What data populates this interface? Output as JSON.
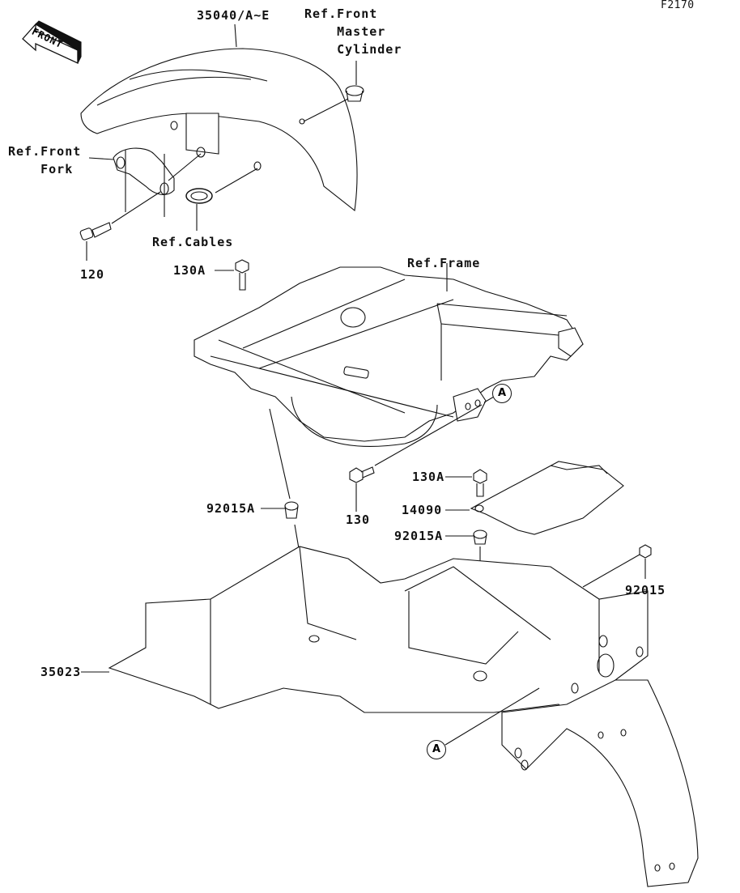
{
  "diagram": {
    "figure_id": "F2170",
    "front_indicator": "FRONT",
    "labels": {
      "front_fender": "35040/A~E",
      "ref_front_master_cylinder": "Ref.Front\n    Master\n    Cylinder",
      "ref_front_fork": "Ref.Front\n    Fork",
      "ref_cables": "Ref.Cables",
      "bolt_120": "120",
      "bolt_130a_top": "130A",
      "ref_frame": "Ref.Frame",
      "bolt_130": "130",
      "bolt_130a_right": "130A",
      "bracket_14090": "14090",
      "collar_92015a_left": "92015A",
      "collar_92015a_right": "92015A",
      "nut_92015": "92015",
      "rear_fender_35023": "35023",
      "ref_point_a_top": "A",
      "ref_point_a_bottom": "A"
    }
  }
}
